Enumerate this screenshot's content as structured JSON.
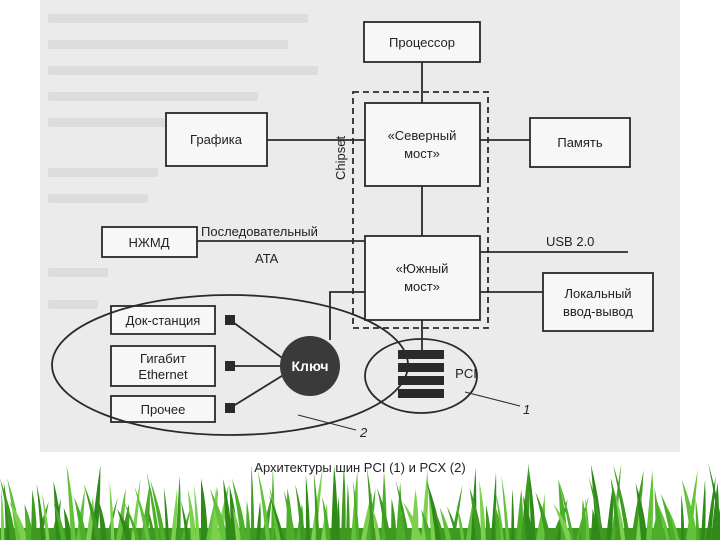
{
  "nodes": {
    "cpu": "Процессор",
    "graphics": "Графика",
    "north_bridge_1": "«Северный",
    "north_bridge_2": "мост»",
    "memory": "Память",
    "hdd": "НЖМД",
    "south_bridge_1": "«Южный",
    "south_bridge_2": "мост»",
    "local_io_1": "Локальный",
    "local_io_2": "ввод-вывод",
    "dock": "Док-станция",
    "gigabit_1": "Гигабит",
    "gigabit_2": "Ethernet",
    "other": "Прочее",
    "switch": "Ключ",
    "pci": "PCI"
  },
  "links": {
    "chipset": "Chipset",
    "serial_ata_1": "Последовательный",
    "serial_ata_2": "ATA",
    "usb": "USB 2.0"
  },
  "callouts": {
    "one": "1",
    "two": "2"
  },
  "caption": "Архитектуры шин PCI (1) и PCX (2)",
  "colors": {
    "ink": "#2a2a2a",
    "switch_fill": "#3a3a3a",
    "scan_bg": "#ebebeb",
    "grass": "#4caf2a"
  }
}
